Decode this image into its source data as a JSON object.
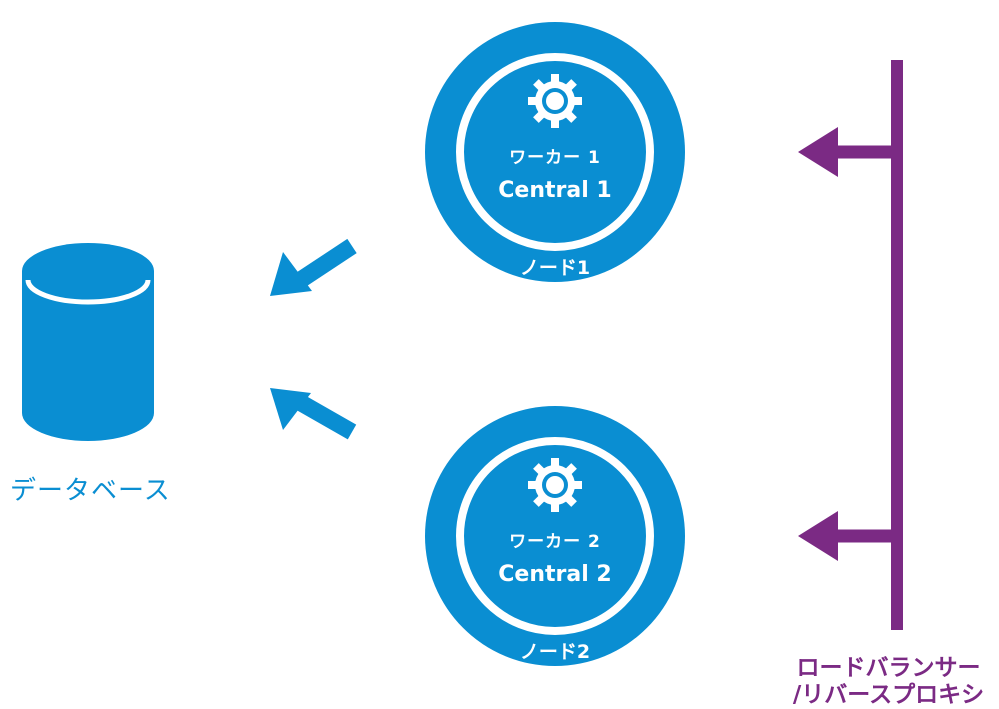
{
  "database": {
    "label": "データベース"
  },
  "nodes": [
    {
      "worker": "ワーカー 1",
      "central": "Central 1",
      "node": "ノード1"
    },
    {
      "worker": "ワーカー 2",
      "central": "Central 2",
      "node": "ノード2"
    }
  ],
  "load_balancer": {
    "label_line1": "ロードバランサー",
    "label_line2": "/リバースプロキシ"
  },
  "colors": {
    "blue": "#0a8ed2",
    "purple": "#7b2a84",
    "white": "#ffffff"
  },
  "icons": {
    "node_icon": "gear-icon",
    "database_icon": "database-cylinder-icon"
  }
}
